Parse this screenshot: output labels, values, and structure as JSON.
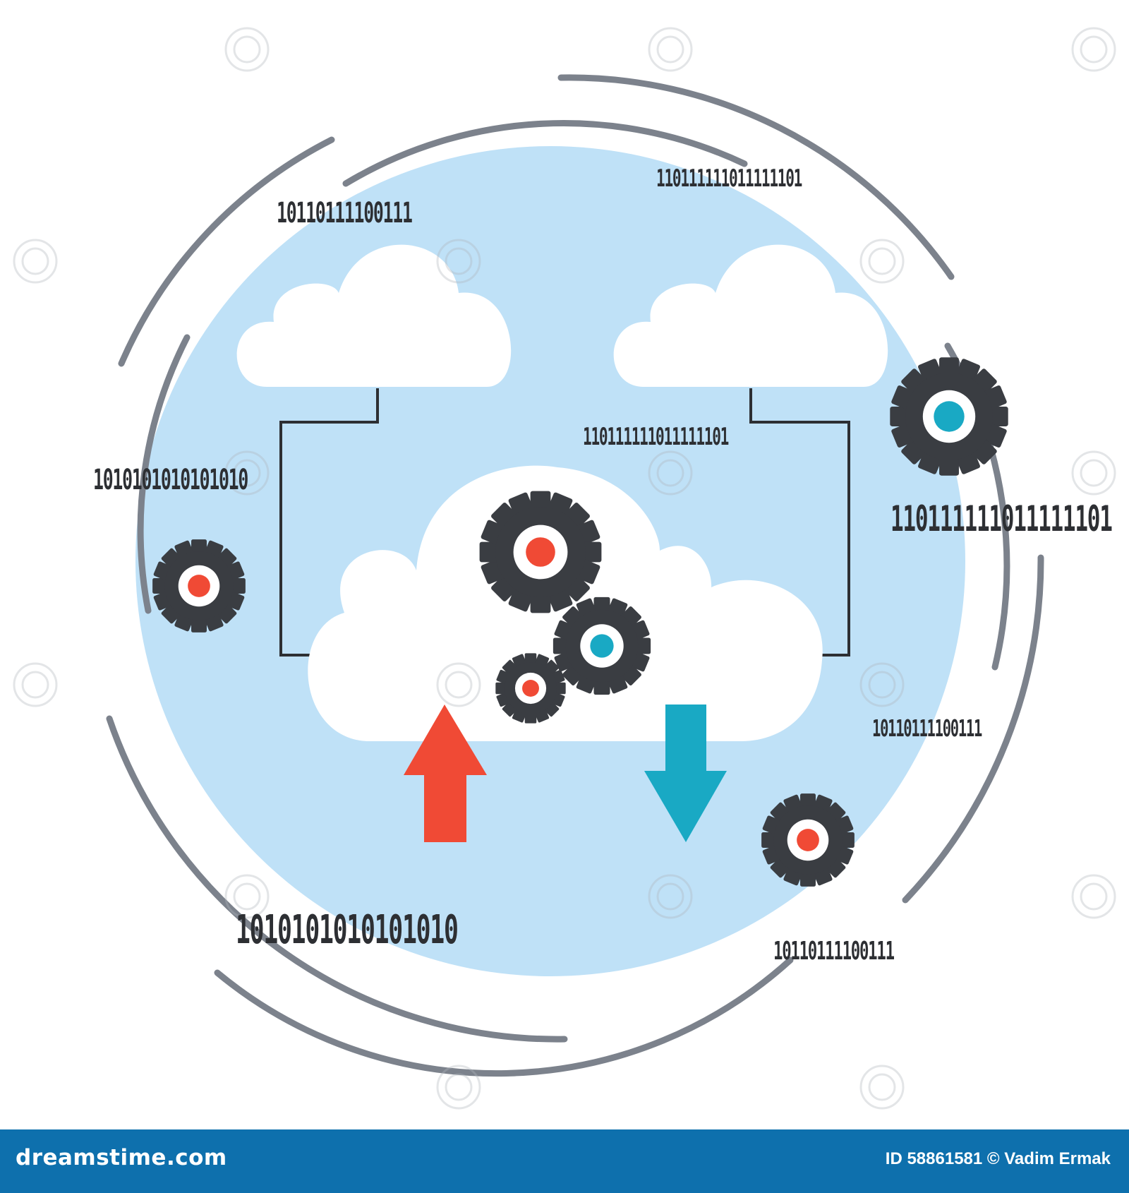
{
  "binary_strings": {
    "top_left": "10110111100111",
    "top_right": "110111111011111101",
    "middle_center": "110111111011111101",
    "left": "1010101010101010",
    "right": "110111111011111101",
    "lower_right": "10110111100111",
    "bottom_left": "1010101010101010",
    "bottom_right": "10110111100111"
  },
  "footer": {
    "brand": "dreamstime.com",
    "credit": "ID 58861581 © Vadim Ermak"
  },
  "colors": {
    "circle_fill": "#bfe1f7",
    "ring_stroke": "#7c828c",
    "cloud_fill": "#ffffff",
    "gear_fill": "#3a3d42",
    "accent_red": "#f04a35",
    "accent_teal": "#19a9c4",
    "footer_bg": "#0e70ad"
  },
  "icons": [
    "cloud-icon",
    "gear-icon",
    "upload-arrow-icon",
    "download-arrow-icon"
  ]
}
